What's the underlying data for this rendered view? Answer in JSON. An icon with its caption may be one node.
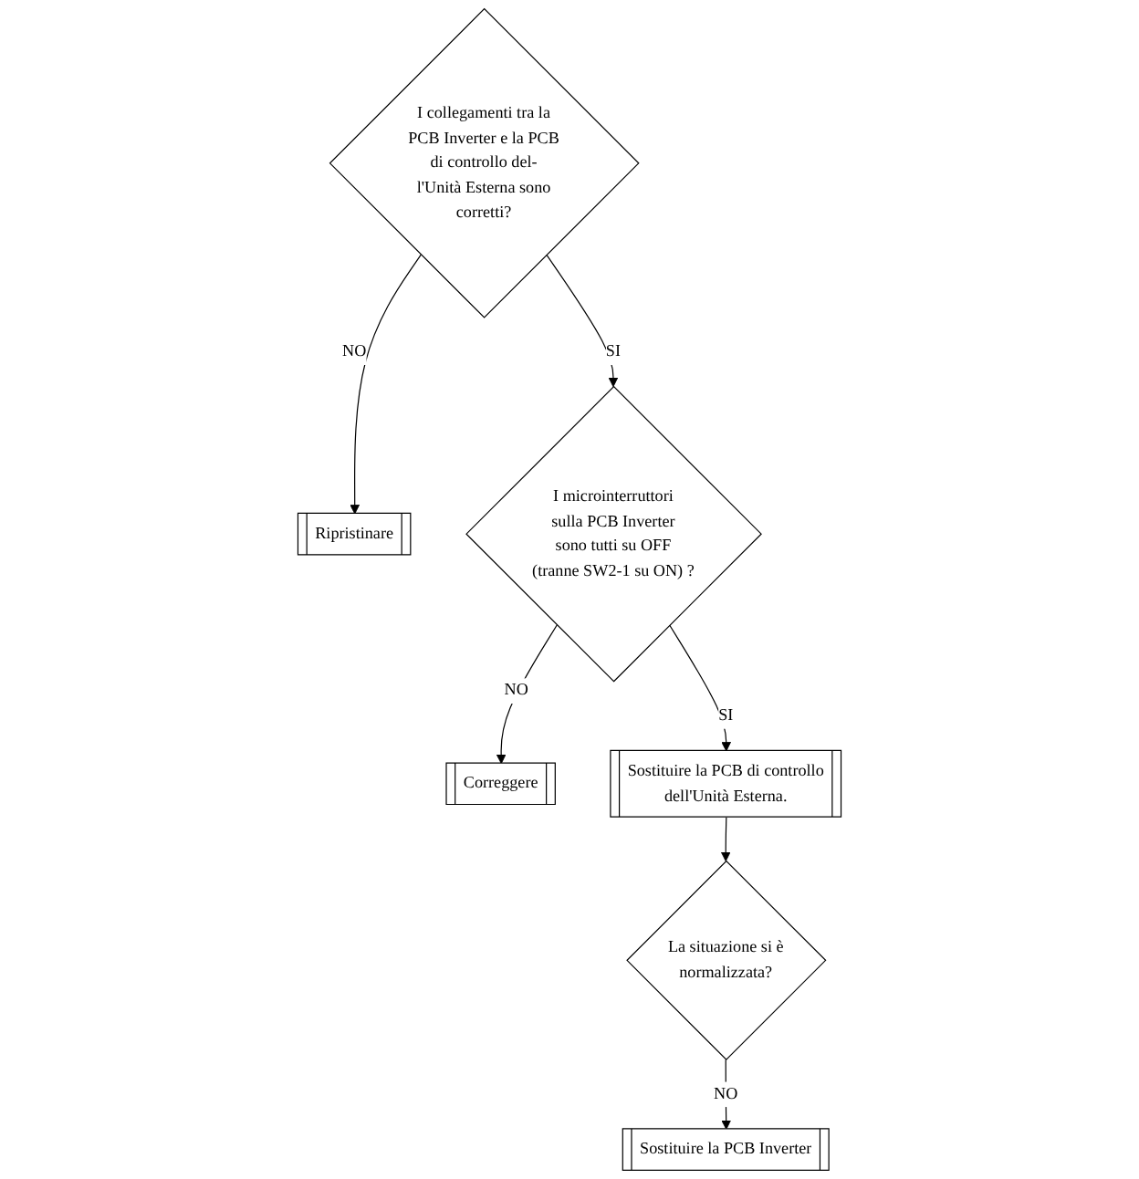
{
  "diagram": {
    "nodes": [
      {
        "text": [
          "I collegamenti tra la PCB Inverter e la PCB di controllo del- l'Unità Esterna sono corretti?"
        ]
      },
      {
        "text": [
          "Ripristinare"
        ]
      },
      {
        "text": [
          "I microinterruttori sulla PCB Inverter sono tutti su OFF (tranne SW2-1 su ON) ?"
        ]
      },
      {
        "text": [
          "Correggere"
        ]
      },
      {
        "text": [
          "Sostituire la PCB di controllo dell'Unità Esterna."
        ]
      },
      {
        "text": [
          "La situazione si è normalizzata?"
        ]
      },
      {
        "text": [
          "Sostituire la PCB Inverter"
        ]
      }
    ],
    "edges": [
      {
        "from": 0,
        "to": 1,
        "arrow": "to",
        "label": "NO"
      },
      {
        "from": 0,
        "to": 2,
        "arrow": "to",
        "label": "SI"
      },
      {
        "from": 2,
        "to": 3,
        "arrow": "to",
        "label": "NO"
      },
      {
        "from": 2,
        "to": 4,
        "arrow": "to",
        "label": "SI"
      },
      {
        "from": 4,
        "to": 5,
        "arrow": "to"
      },
      {
        "from": 5,
        "to": 6,
        "arrow": "to",
        "label": "NO"
      }
    ]
  }
}
